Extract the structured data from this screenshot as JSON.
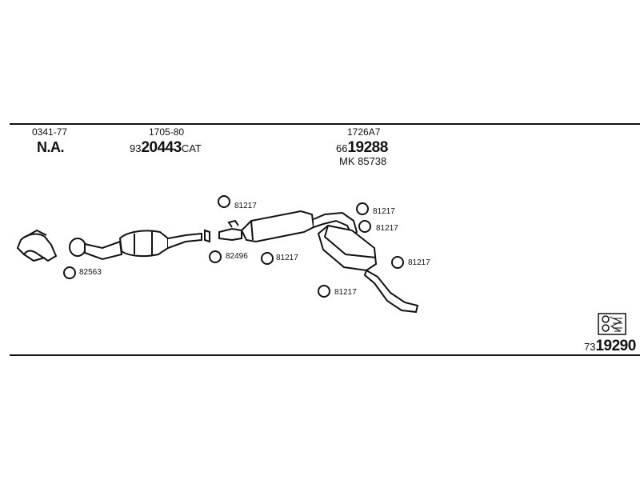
{
  "header": {
    "col1": {
      "year": "0341-77",
      "code": "N.A."
    },
    "col2": {
      "year": "1705-80",
      "prefix": "93",
      "number": "20443",
      "suffix": "CAT"
    },
    "col3": {
      "year": "1726A7",
      "prefix": "66",
      "number": "19288",
      "mk": "MK 85738"
    }
  },
  "parts": {
    "gasket_82563": "82563",
    "ring_82496": "82496",
    "ring_81217_a": "81217",
    "ring_81217_b": "81217",
    "ring_81217_c": "81217",
    "ring_81217_d": "81217",
    "ring_81217_e": "81217",
    "ring_81217_f": "81217"
  },
  "footer": {
    "prefix": "73",
    "number": "19290"
  },
  "icons": {
    "kit": "exhaust-kit-icon"
  }
}
